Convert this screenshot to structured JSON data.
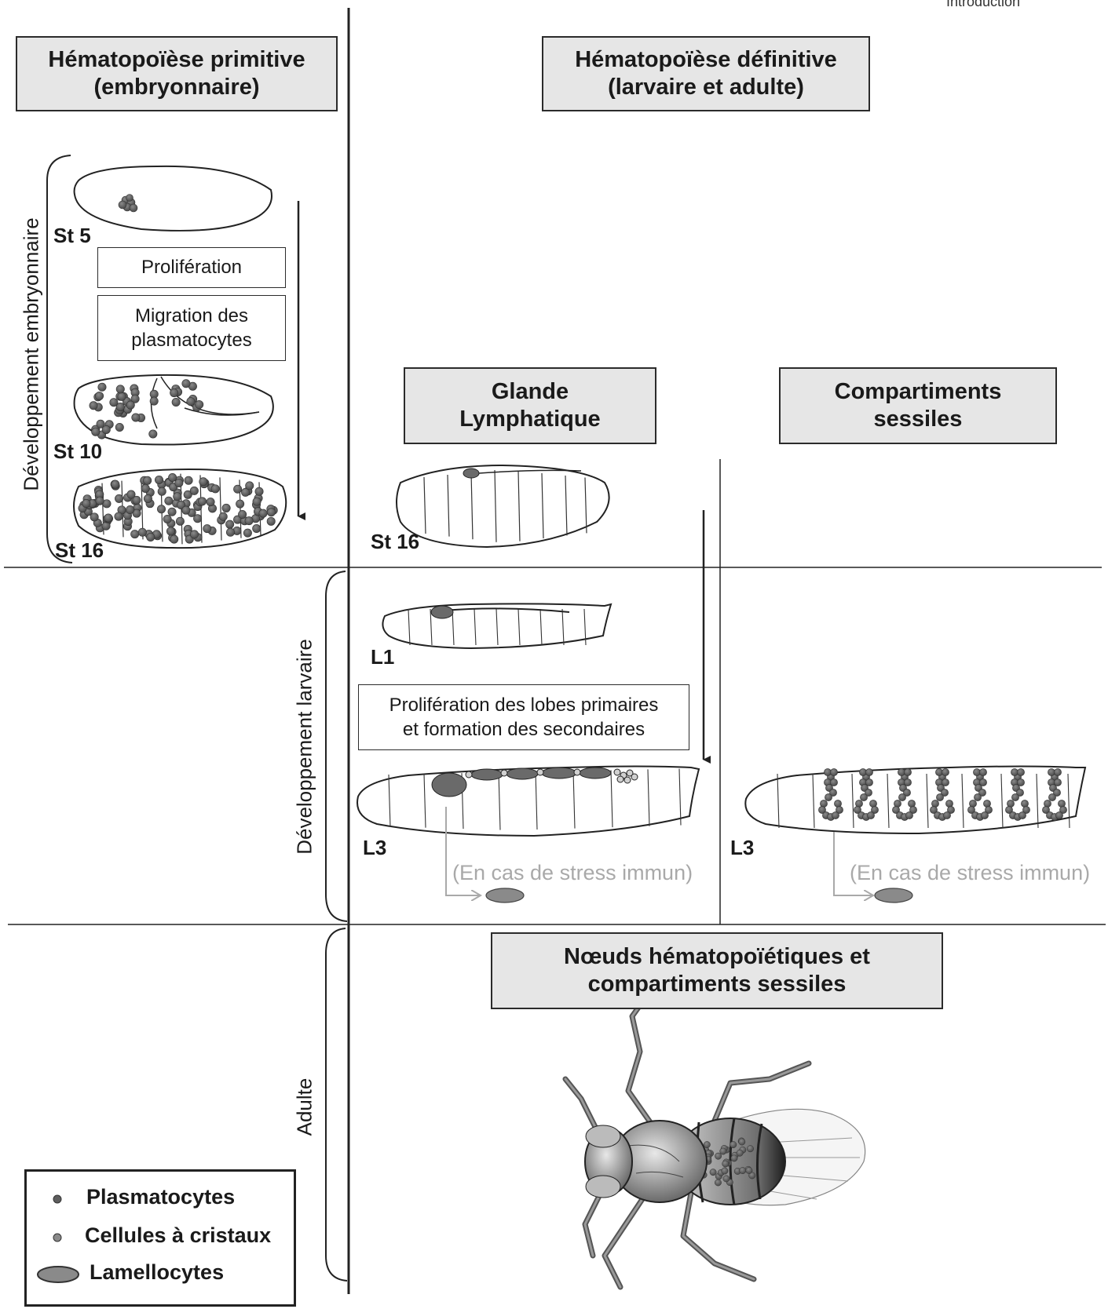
{
  "header_text": "Introduction",
  "headers": {
    "primitive": [
      "Hématopoïèse primitive",
      "(embryonnaire)"
    ],
    "definitive": [
      "Hématopoïèse définitive",
      "(larvaire et adulte)"
    ],
    "lymph": [
      "Glande",
      "Lymphatique"
    ],
    "sessile": [
      "Compartiments",
      "sessiles"
    ],
    "adult_nodes": [
      "Nœuds hématopoïétiques et",
      "compartiments sessiles"
    ]
  },
  "side_labels": {
    "embryo": "Développement embryonnaire",
    "larval": "Développement larvaire",
    "adult": "Adulte"
  },
  "stages": {
    "st5": "St 5",
    "st10": "St 10",
    "st16_embryo": "St 16",
    "st16_lymph": "St 16",
    "l1": "L1",
    "l3_lymph": "L3",
    "l3_sessile": "L3"
  },
  "process_boxes": {
    "proliferation": "Prolifération",
    "migration": [
      "Migration des",
      "plasmatocytes"
    ],
    "lobes": [
      "Prolifération des lobes primaires",
      "et formation des secondaires"
    ]
  },
  "stress": {
    "lymph": "(En cas de stress immun)",
    "sessile": "(En cas de stress immun)"
  },
  "legend": {
    "plasmatocytes": "Plasmatocytes",
    "crystal": "Cellules à cristaux",
    "lamellocytes": "Lamellocytes"
  },
  "colors": {
    "header_fill": "#e6e6e6",
    "cell_dark": "#5e5e5e",
    "cell_light": "#d0d0d0",
    "stress_text": "#a9a9a9"
  }
}
